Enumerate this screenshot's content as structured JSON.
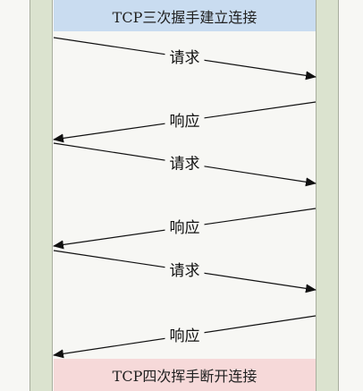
{
  "diagram": {
    "top_band": {
      "label": "TCP三次握手建立连接",
      "color": "#c9dcf0"
    },
    "bottom_band": {
      "label": "TCP四次挥手断开连接",
      "color": "#f6d9d9"
    },
    "lifeline_color": "#dbe3cf",
    "arrow_color": "#111111",
    "messages": [
      {
        "label": "请求",
        "direction": "left-to-right"
      },
      {
        "label": "响应",
        "direction": "right-to-left"
      },
      {
        "label": "请求",
        "direction": "left-to-right"
      },
      {
        "label": "响应",
        "direction": "right-to-left"
      },
      {
        "label": "请求",
        "direction": "left-to-right"
      },
      {
        "label": "响应",
        "direction": "right-to-left"
      }
    ]
  }
}
